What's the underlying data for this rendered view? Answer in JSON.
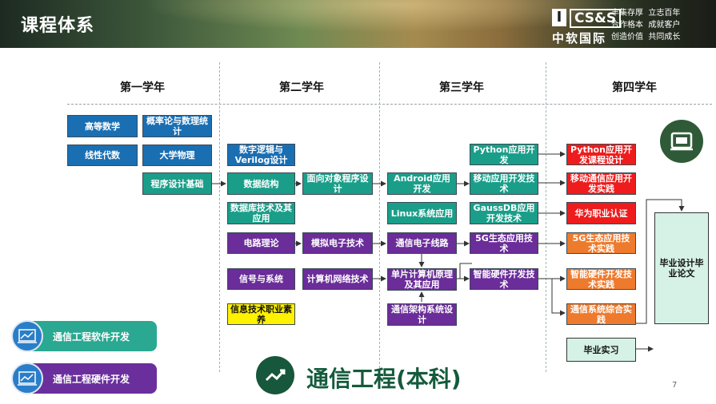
{
  "header": {
    "title": "课程体系",
    "logo": {
      "mark": "I",
      "brand": "CS&S",
      "name_cn": "中软国际"
    },
    "slogan": [
      "丰集存厚",
      "立志百年",
      "合作格本",
      "成就客户",
      "创造价值",
      "共同成长"
    ]
  },
  "years": [
    "第一学年",
    "第二学年",
    "第三学年",
    "第四学年"
  ],
  "courses": {
    "c1": "高等数学",
    "c2": "概率论与数理统计",
    "c3": "线性代数",
    "c4": "大学物理",
    "c5": "程序设计基础",
    "c6": "数字逻辑与Verilog设计",
    "c7": "数据结构",
    "c8": "面向对象程序设计",
    "c9": "数据库技术及其应用",
    "c10": "电路理论",
    "c11": "模拟电子技术",
    "c12": "信号与系统",
    "c13": "计算机网络技术",
    "c14": "信息技术职业素养",
    "c15": "Android应用开发",
    "c16": "Python应用开发",
    "c17": "移动应用开发技术",
    "c18": "Linux系统应用",
    "c19": "GaussDB应用开发技术",
    "c20": "通信电子线路",
    "c21": "5G生态应用技术",
    "c22": "单片计算机原理及其应用",
    "c23": "智能硬件开发技术",
    "c24": "通信架构系统设计",
    "c25": "Python应用开发课程设计",
    "c26": "移动通信应用开发实践",
    "c27": "华为职业认证",
    "c28": "5G生态应用技术实践",
    "c29": "智能硬件开发技术实践",
    "c30": "通信系统综合实践",
    "c31": "毕业设计毕业论文",
    "c32": "毕业实习"
  },
  "badges": [
    "通信工程软件开发",
    "通信工程硬件开发"
  ],
  "main_title": "通信工程(本科)",
  "page_number": "7",
  "colors": {
    "blue": "#1a6fb3",
    "teal": "#1a9e89",
    "purple": "#6a2d99",
    "yellow": "#fff200",
    "red": "#ee1c1c",
    "orange": "#ee7a2d",
    "pale_green": "#d6f2e7",
    "title_green": "#145b3c"
  }
}
